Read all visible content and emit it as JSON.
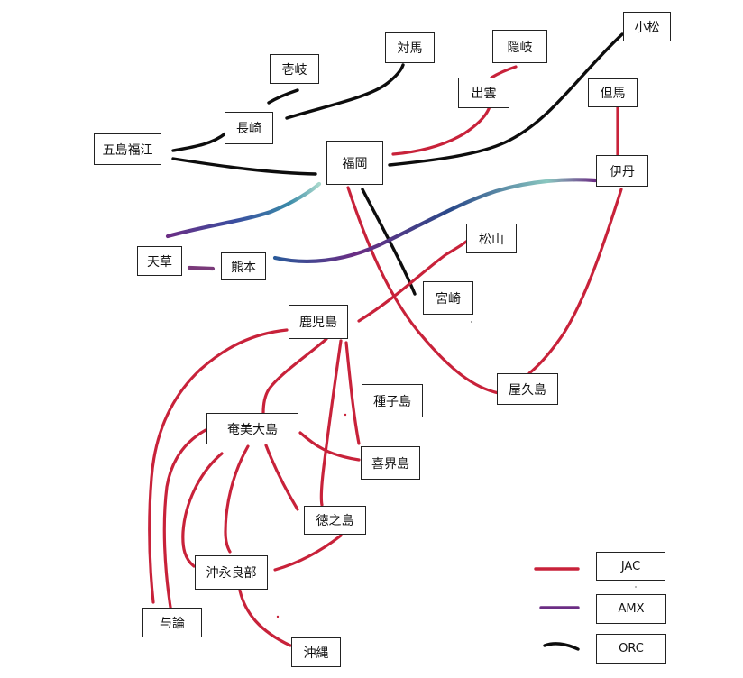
{
  "colors": {
    "JAC": "#c8223a",
    "AMX": "#6b2d84",
    "AMX_gradient": [
      "#6b2d84",
      "#2a5a9a",
      "#3a8aa8",
      "#8ac8c0"
    ],
    "ORC": "#0d0d0d"
  },
  "nodes": {
    "tsushima": "対馬",
    "iki": "壱岐",
    "oki": "隠岐",
    "komatsu": "小松",
    "izumo": "出雲",
    "tajima": "但馬",
    "nagasaki": "長崎",
    "goto_fukue": "五島福江",
    "fukuoka": "福岡",
    "itami": "伊丹",
    "matsuyama": "松山",
    "amakusa": "天草",
    "kumamoto": "熊本",
    "miyazaki": "宮崎",
    "kagoshima": "鹿児島",
    "yakushima": "屋久島",
    "tanegashima": "種子島",
    "amami_oshima": "奄美大島",
    "kikaijima": "喜界島",
    "tokunoshima": "徳之島",
    "okinoerabu": "沖永良部",
    "yoron": "与論",
    "okinawa": "沖縄"
  },
  "legend": [
    {
      "label": "JAC",
      "color": "#c8223a"
    },
    {
      "label": "AMX",
      "color": "#6b2d84"
    },
    {
      "label": "ORC",
      "color": "#0d0d0d"
    }
  ]
}
